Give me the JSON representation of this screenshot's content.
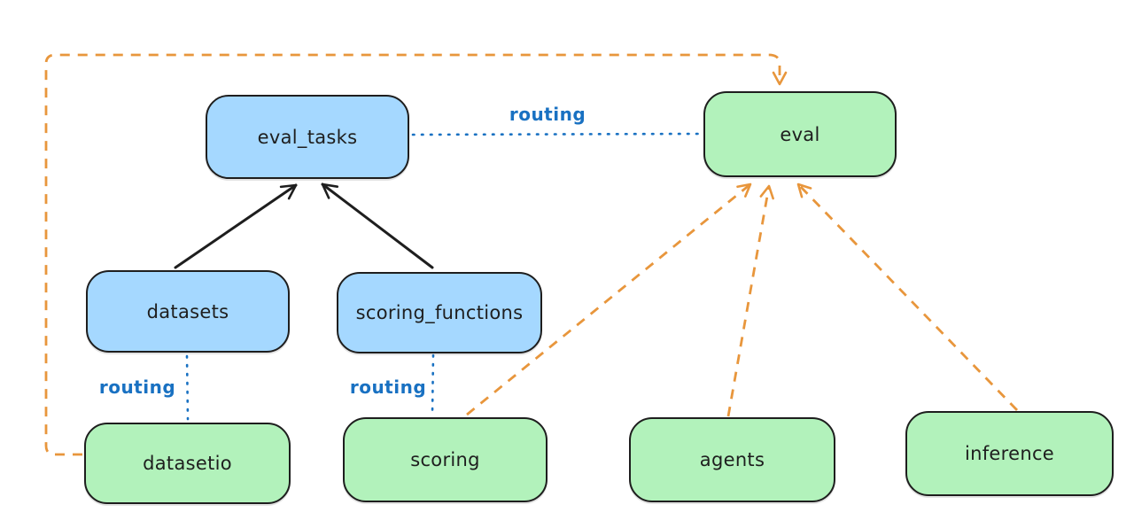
{
  "diagram": {
    "type": "architecture-graph",
    "colors": {
      "blue_fill": "#a5d8ff",
      "green_fill": "#b2f2bb",
      "stroke": "#1e1e1e",
      "routing_blue": "#1971c2",
      "orange": "#e8963c",
      "background": "#ffffff"
    },
    "nodes": [
      {
        "id": "eval_tasks",
        "label": "eval_tasks",
        "fill": "blue"
      },
      {
        "id": "eval",
        "label": "eval",
        "fill": "green"
      },
      {
        "id": "datasets",
        "label": "datasets",
        "fill": "blue"
      },
      {
        "id": "scoring_functions",
        "label": "scoring_functions",
        "fill": "blue"
      },
      {
        "id": "datasetio",
        "label": "datasetio",
        "fill": "green"
      },
      {
        "id": "scoring",
        "label": "scoring",
        "fill": "green"
      },
      {
        "id": "agents",
        "label": "agents",
        "fill": "green"
      },
      {
        "id": "inference",
        "label": "inference",
        "fill": "green"
      }
    ],
    "edges": [
      {
        "from": "datasets",
        "to": "eval_tasks",
        "style": "solid-arrow",
        "color": "black",
        "label": ""
      },
      {
        "from": "scoring_functions",
        "to": "eval_tasks",
        "style": "solid-arrow",
        "color": "black",
        "label": ""
      },
      {
        "from": "eval_tasks",
        "to": "eval",
        "style": "dotted",
        "color": "blue",
        "label": "routing"
      },
      {
        "from": "datasets",
        "to": "datasetio",
        "style": "dotted",
        "color": "blue",
        "label": "routing"
      },
      {
        "from": "scoring_functions",
        "to": "scoring",
        "style": "dotted",
        "color": "blue",
        "label": "routing"
      },
      {
        "from": "datasetio",
        "to": "eval",
        "style": "dashed-arrow",
        "color": "orange",
        "label": ""
      },
      {
        "from": "scoring",
        "to": "eval",
        "style": "dashed-arrow",
        "color": "orange",
        "label": ""
      },
      {
        "from": "agents",
        "to": "eval",
        "style": "dashed-arrow",
        "color": "orange",
        "label": ""
      },
      {
        "from": "inference",
        "to": "eval",
        "style": "dashed-arrow",
        "color": "orange",
        "label": ""
      }
    ]
  }
}
